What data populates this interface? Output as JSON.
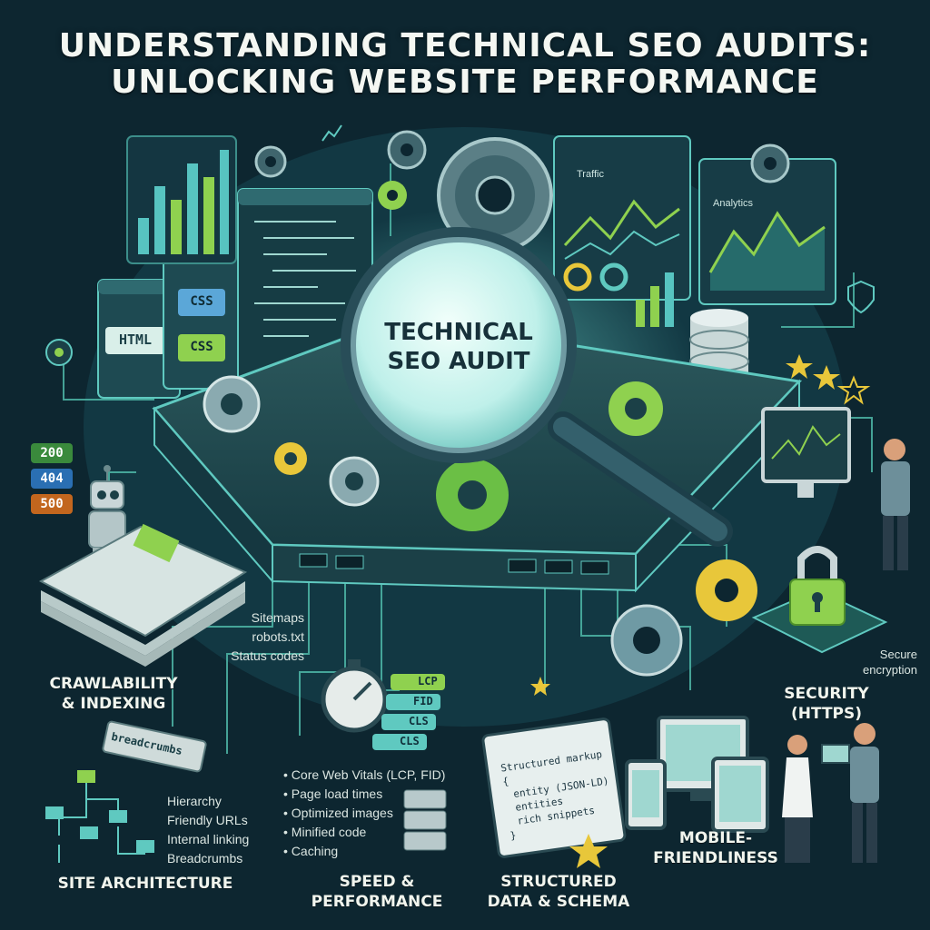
{
  "title": {
    "line1": "UNDERSTANDING TECHNICAL SEO AUDITS:",
    "line2": "UNLOCKING WEBSITE PERFORMANCE"
  },
  "center": {
    "magnifier_line1": "TECHNICAL",
    "magnifier_line2": "SEO AUDIT"
  },
  "code_windows": {
    "html": "HTML",
    "css1": "CSS",
    "css2": "CSS"
  },
  "dashboards": {
    "traffic": "Traffic",
    "analytics": "Analytics"
  },
  "status_codes": [
    "200",
    "404",
    "500"
  ],
  "sections": {
    "crawl": {
      "title1": "CRAWLABILITY",
      "title2": "& INDEXING",
      "items": [
        "Sitemaps",
        "robots.txt",
        "Status codes"
      ]
    },
    "architecture": {
      "title": "SITE ARCHITECTURE",
      "breadcrumb_tag": "breadcrumbs",
      "items": [
        "Hierarchy",
        "Friendly URLs",
        "Internal linking",
        "Breadcrumbs"
      ]
    },
    "speed": {
      "title1": "SPEED &",
      "title2": "PERFORMANCE",
      "metrics": [
        "LCP",
        "FID",
        "CLS",
        "CLS"
      ],
      "items": [
        "Core Web Vitals (LCP, FID)",
        "Page load times",
        "Optimized images",
        "Minified code",
        "Caching"
      ]
    },
    "structured": {
      "title1": "STRUCTURED",
      "title2": "DATA & SCHEMA",
      "window_lines": [
        "Structured markup",
        "{",
        "entity (JSON-LD)",
        "entities",
        "rich snippets",
        "}"
      ]
    },
    "mobile": {
      "title1": "MOBILE-",
      "title2": "FRIENDLINESS"
    },
    "security": {
      "title1": "SECURITY",
      "title2": "(HTTPS)",
      "note1": "Secure",
      "note2": "encryption"
    }
  },
  "colors": {
    "background": "#0d2630",
    "accent_green": "#8fd14f",
    "accent_teal": "#5fc9c0",
    "accent_yellow": "#e8c73a",
    "status_200": "#3a8a3c",
    "status_404": "#2a6fb3",
    "status_500": "#c2661e"
  }
}
